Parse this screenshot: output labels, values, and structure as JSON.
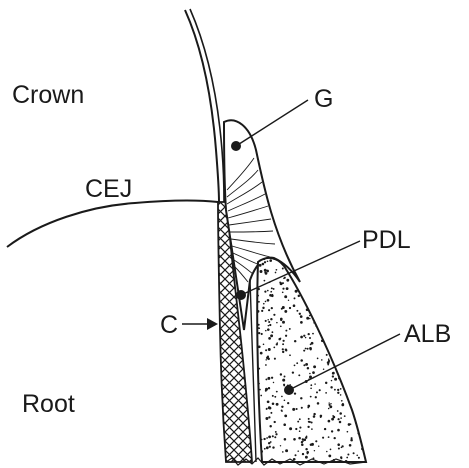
{
  "labels": {
    "crown": "Crown",
    "root": "Root",
    "cej": "CEJ",
    "g": "G",
    "pdl": "PDL",
    "c": "C",
    "alb": "ALB"
  },
  "colors": {
    "ink": "#1a1a1a",
    "background": "#ffffff"
  }
}
